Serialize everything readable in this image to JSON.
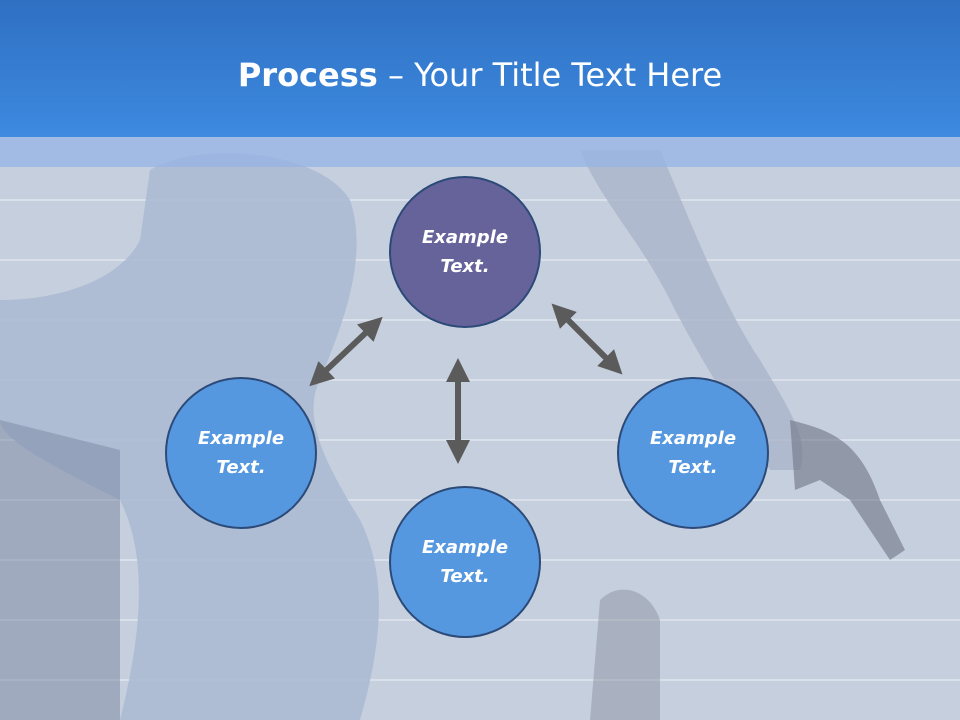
{
  "slide": {
    "title_bold": "Process",
    "title_rest": " – Your Title Text Here"
  },
  "nodes": {
    "top": {
      "line1": "Example",
      "line2": "Text."
    },
    "left": {
      "line1": "Example",
      "line2": "Text."
    },
    "right": {
      "line1": "Example",
      "line2": "Text."
    },
    "bottom": {
      "line1": "Example",
      "line2": "Text."
    }
  },
  "colors": {
    "header": "#3480d6",
    "node_primary": "#5698e0",
    "node_accent": "#66639a",
    "node_border": "#2c4a78",
    "arrow": "#5b5b5b"
  }
}
